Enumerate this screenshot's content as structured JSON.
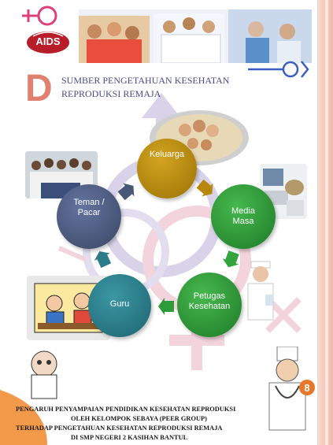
{
  "header": {
    "aids_logo_text": "AIDS",
    "section_letter": "D",
    "title_line1": "SUMBER PENGETAHUAN KESEHATAN",
    "title_line2": "REPRODUKSI REMAJA"
  },
  "cycle": {
    "nodes": [
      {
        "label": "Keluarga",
        "color": "#b8860b"
      },
      {
        "label": "Media\nMasa",
        "color": "#2e9a3a"
      },
      {
        "label": "Petugas\nKesehatan",
        "color": "#2e9a3a"
      },
      {
        "label": "Guru",
        "color": "#2a7d88"
      },
      {
        "label": "Teman /\nPacar",
        "color": "#4a5878"
      }
    ]
  },
  "slide_number": "8",
  "footer": {
    "line1": "PENGARUH PENYAMPAIAN PENDIDIKAN KESEHATAN REPRODUKSI",
    "line2": "OLEH KELOMPOK SEBAYA (PEER GROUP)",
    "line3": "TERHADAP PENGETAHUAN KESEHATAN REPRODUKSI REMAJA",
    "line4": "DI SMP NEGERI 2 KASIHAN BANTUL"
  },
  "colors": {
    "accent_pink": "#e0407a",
    "accent_blue": "#3a5fc0",
    "badge_orange": "#e8772a"
  }
}
